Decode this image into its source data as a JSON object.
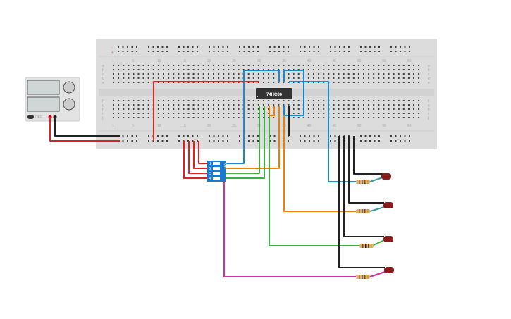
{
  "chip": {
    "label": "74HC86"
  },
  "dip_switch": {
    "on_label": "ON",
    "positions": [
      "1",
      "2",
      "3",
      "4"
    ]
  },
  "power_supply": {
    "switch_label": "OFF"
  },
  "breadboard": {
    "column_labels": [
      "1",
      "5",
      "10",
      "15",
      "20",
      "25",
      "30",
      "35",
      "40",
      "45",
      "50",
      "55",
      "60"
    ],
    "row_labels_top": [
      "a",
      "b",
      "c",
      "d",
      "e"
    ],
    "row_labels_bottom": [
      "f",
      "g",
      "h",
      "i",
      "j"
    ],
    "rail_minus": "−",
    "rail_plus": "+"
  },
  "colors": {
    "red": "#e02020",
    "black": "#222222",
    "blue": "#1a8ad0",
    "green": "#3cb043",
    "orange": "#f08000",
    "pink": "#d0309a",
    "led": "#8b1a1a"
  }
}
